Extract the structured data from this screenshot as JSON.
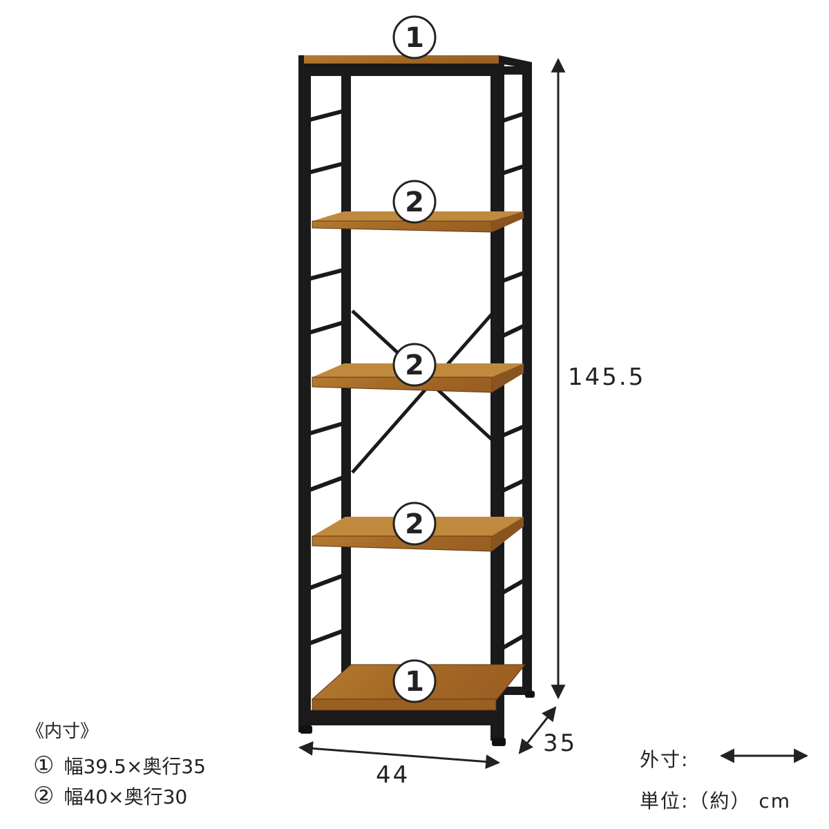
{
  "colors": {
    "frame": "#1a1a1a",
    "wood_light": "#b0782e",
    "wood_dark": "#8a5420",
    "wood_edge": "#5e3716",
    "arrow": "#222222"
  },
  "callouts": [
    {
      "id": "top-board",
      "label": "1"
    },
    {
      "id": "shelf-1",
      "label": "2"
    },
    {
      "id": "shelf-2",
      "label": "2"
    },
    {
      "id": "shelf-3",
      "label": "2"
    },
    {
      "id": "bottom-board",
      "label": "1"
    }
  ],
  "dimensions": {
    "height": "145.5",
    "width": "44",
    "depth": "35"
  },
  "inner_size": {
    "title": "《内寸》",
    "items": [
      {
        "marker": "①",
        "text": "幅39.5×奥行35"
      },
      {
        "marker": "②",
        "text": "幅40×奥行30"
      }
    ]
  },
  "info": {
    "outer_label": "外寸:",
    "unit_label": "単位:（約） cm"
  }
}
